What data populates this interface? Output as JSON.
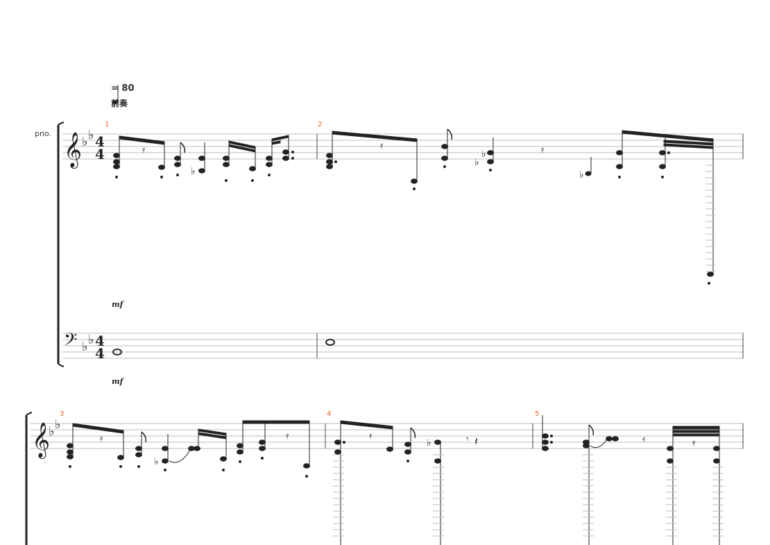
{
  "score": {
    "tempo_text": "= 80",
    "section_label": "前奏",
    "instrument_label": "pno.",
    "time_signature": {
      "numerator": "4",
      "denominator": "4"
    },
    "key_signature": "2 flats",
    "measure_numbers": [
      "1",
      "2",
      "3",
      "4",
      "5"
    ],
    "dynamics": {
      "treble": "mf",
      "bass": "mf"
    },
    "colors": {
      "measure_number": "#e8641e",
      "ink": "#222222",
      "staff_line": "#bdbdbd"
    }
  }
}
